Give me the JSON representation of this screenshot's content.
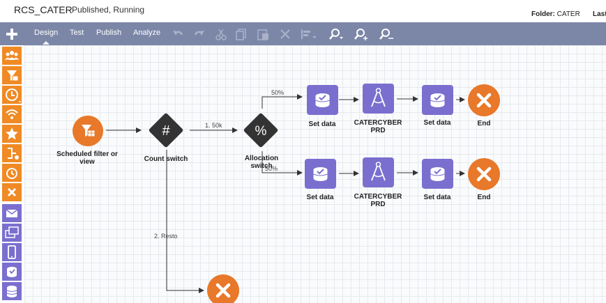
{
  "header": {
    "app_name": "RCS_CATER",
    "status": "Published, Running",
    "folder_label": "Folder:",
    "folder_value": "CATER",
    "last_label": "Last"
  },
  "toolbar": {
    "tabs": [
      "Design",
      "Test",
      "Publish",
      "Analyze"
    ],
    "active_tab": "Design",
    "tools": [
      "undo-icon",
      "redo-icon",
      "cut-icon",
      "copy-icon",
      "paste-icon",
      "delete-icon",
      "align-icon",
      "zoom-icon",
      "zoom-in-icon",
      "zoom-out-icon"
    ]
  },
  "sidebar": {
    "items": [
      {
        "icon": "segment-icon",
        "color": "#f08a24"
      },
      {
        "icon": "filter-icon",
        "color": "#f08a24"
      },
      {
        "icon": "cycle-icon",
        "color": "#f08a24"
      },
      {
        "icon": "signal-icon",
        "color": "#f08a24"
      },
      {
        "icon": "star-icon",
        "color": "#f08a24"
      },
      {
        "icon": "split-icon",
        "color": "#f08a24"
      },
      {
        "icon": "timer-icon",
        "color": "#f08a24"
      },
      {
        "icon": "end-icon",
        "color": "#f08a24"
      },
      {
        "icon": "email-icon",
        "color": "#7a6fcf"
      },
      {
        "icon": "display-icon",
        "color": "#7a6fcf"
      },
      {
        "icon": "mobile-icon",
        "color": "#7a6fcf"
      },
      {
        "icon": "set-data-icon",
        "color": "#7a6fcf"
      },
      {
        "icon": "database-icon",
        "color": "#7a6fcf"
      }
    ]
  },
  "flow": {
    "nodes": [
      {
        "label": "Scheduled filter or view"
      },
      {
        "label": "Count switch"
      },
      {
        "label": "Allocation switch"
      },
      {
        "label": "Set data"
      },
      {
        "label": "CATERCYBER PRD"
      },
      {
        "label": "Set data"
      },
      {
        "label": "End"
      },
      {
        "label": "Set data"
      },
      {
        "label": "CATERCYBER PRD"
      },
      {
        "label": "Set data"
      },
      {
        "label": "End"
      }
    ],
    "edge_labels": [
      "1. 50k",
      "2. Resto",
      "50%",
      "50%"
    ]
  },
  "colors": {
    "toolbar": "#7c87a8",
    "orange": "#e8782a",
    "purple": "#7a6fcf",
    "dark": "#333333"
  }
}
